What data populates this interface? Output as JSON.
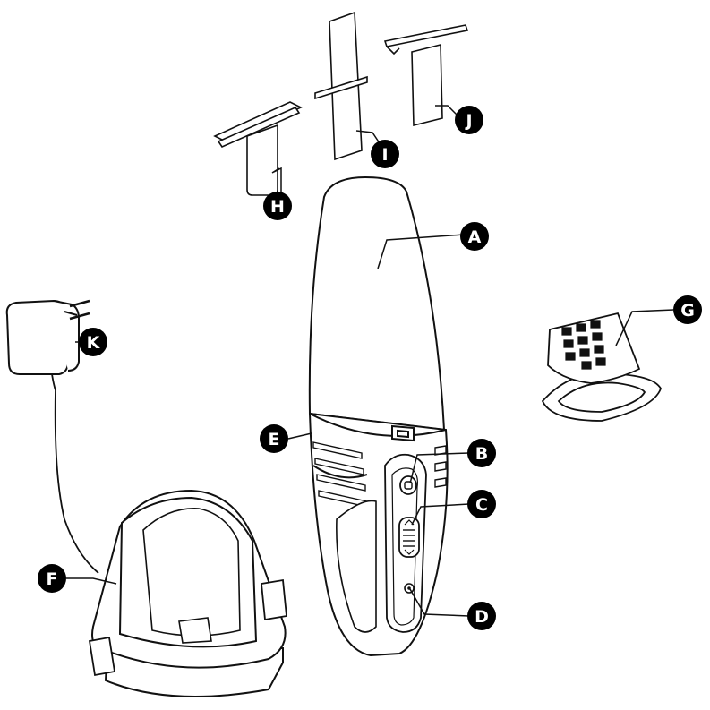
{
  "colors": {
    "ink": "#111111",
    "paper": "#ffffff",
    "callout_fill": "#000000",
    "callout_text": "#ffffff"
  },
  "callouts": {
    "A": "A",
    "B": "B",
    "C": "C",
    "D": "D",
    "E": "E",
    "F": "F",
    "G": "G",
    "H": "H",
    "I": "I",
    "J": "J",
    "K": "K"
  }
}
